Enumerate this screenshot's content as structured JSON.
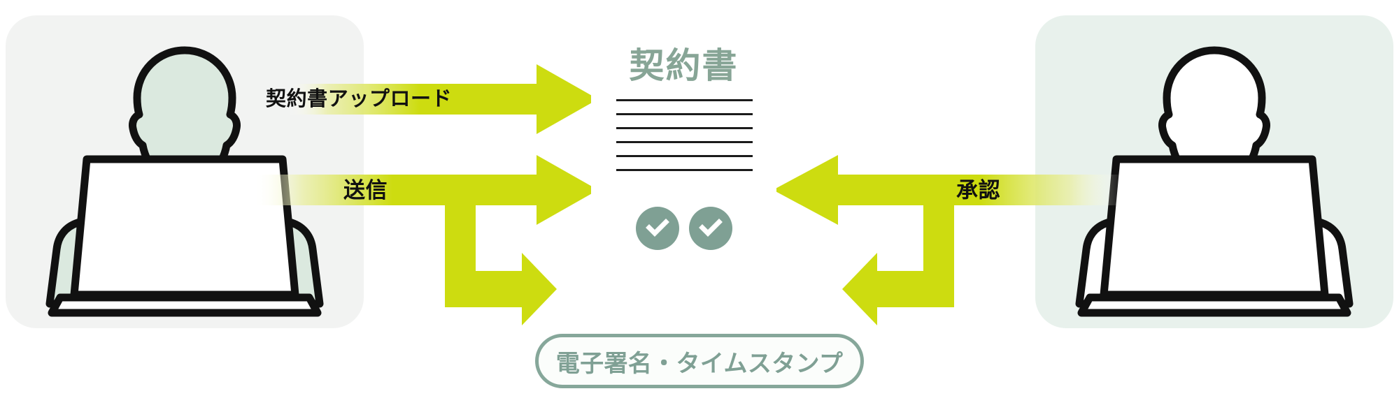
{
  "diagram": {
    "title_hidden": "電子契約フロー",
    "colors": {
      "arrow_lime": "#cddc10",
      "arrow_lime_fade": "#ffffff",
      "sage": "#7fa094",
      "doc_title_green": "#87a596",
      "card_left_bg": "#f2f3f2",
      "card_right_bg": "#e8f1ec",
      "person_fill_left": "#dbe9df",
      "person_fill_right": "#ffffff",
      "outline": "#111111",
      "doc_bg": "#ffffff",
      "line": "#1b1b1b"
    }
  },
  "left_actor": {
    "name": "sender-person",
    "icon": "person-at-laptop-icon"
  },
  "right_actor": {
    "name": "approver-person",
    "icon": "person-at-laptop-icon"
  },
  "document": {
    "title": "契約書",
    "line_count": 6,
    "checks": [
      {
        "icon": "check-circle-icon"
      },
      {
        "icon": "check-circle-icon"
      }
    ]
  },
  "arrows": [
    {
      "id": "upload",
      "label": "契約書アップロード",
      "direction": "right",
      "from": "left_actor",
      "to": "document"
    },
    {
      "id": "send",
      "label": "送信",
      "direction": "right",
      "from": "left_actor",
      "to": "document"
    },
    {
      "id": "approve",
      "label": "承認",
      "direction": "left",
      "from": "right_actor",
      "to": "document"
    },
    {
      "id": "sign-left",
      "label": "",
      "direction": "down-right",
      "from": "send",
      "to": "pill"
    },
    {
      "id": "sign-right",
      "label": "",
      "direction": "down-left",
      "from": "approve",
      "to": "pill"
    }
  ],
  "pill": {
    "label": "電子署名・タイムスタンプ"
  }
}
